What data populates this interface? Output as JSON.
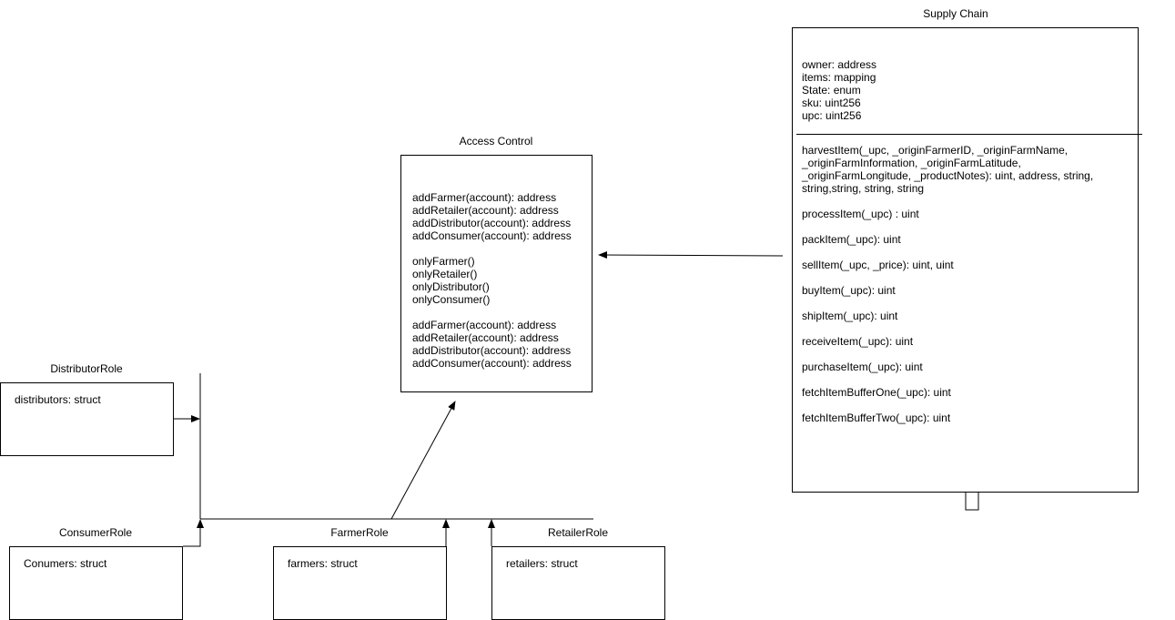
{
  "supply_chain": {
    "title": "Supply Chain",
    "attributes": [
      "owner: address",
      "items: mapping",
      "State: enum",
      "sku: uint256",
      "upc: uint256"
    ],
    "methods": [
      "harvestItem(_upc,  _originFarmerID,  _originFarmName,",
      "_originFarmInformation, _originFarmLatitude,",
      "_originFarmLongitude, _productNotes): uint, address, string,",
      "string,string, string, string",
      "",
      "processItem(_upc) : uint",
      "",
      "packItem(_upc): uint",
      "",
      "sellItem(_upc, _price): uint, uint",
      "",
      "buyItem(_upc): uint",
      "",
      "shipItem(_upc): uint",
      "",
      "receiveItem(_upc): uint",
      "",
      "purchaseItem(_upc): uint",
      "",
      "fetchItemBufferOne(_upc): uint",
      "",
      "fetchItemBufferTwo(_upc): uint"
    ]
  },
  "access_control": {
    "title": "Access Control",
    "lines": [
      "addFarmer(account): address",
      "addRetailer(account): address",
      "addDistributor(account): address",
      "addConsumer(account): address",
      "",
      "onlyFarmer()",
      "onlyRetailer()",
      "onlyDistributor()",
      "onlyConsumer()",
      "",
      "addFarmer(account): address",
      "addRetailer(account): address",
      "addDistributor(account): address",
      "addConsumer(account): address"
    ]
  },
  "distributor_role": {
    "title": "DistributorRole",
    "field": "distributors: struct"
  },
  "consumer_role": {
    "title": "ConsumerRole",
    "field": "Conumers: struct"
  },
  "farmer_role": {
    "title": "FarmerRole",
    "field": "farmers: struct"
  },
  "retailer_role": {
    "title": "RetailerRole",
    "field": "retailers: struct"
  },
  "colors": {
    "stroke": "#000000",
    "background": "#ffffff"
  }
}
